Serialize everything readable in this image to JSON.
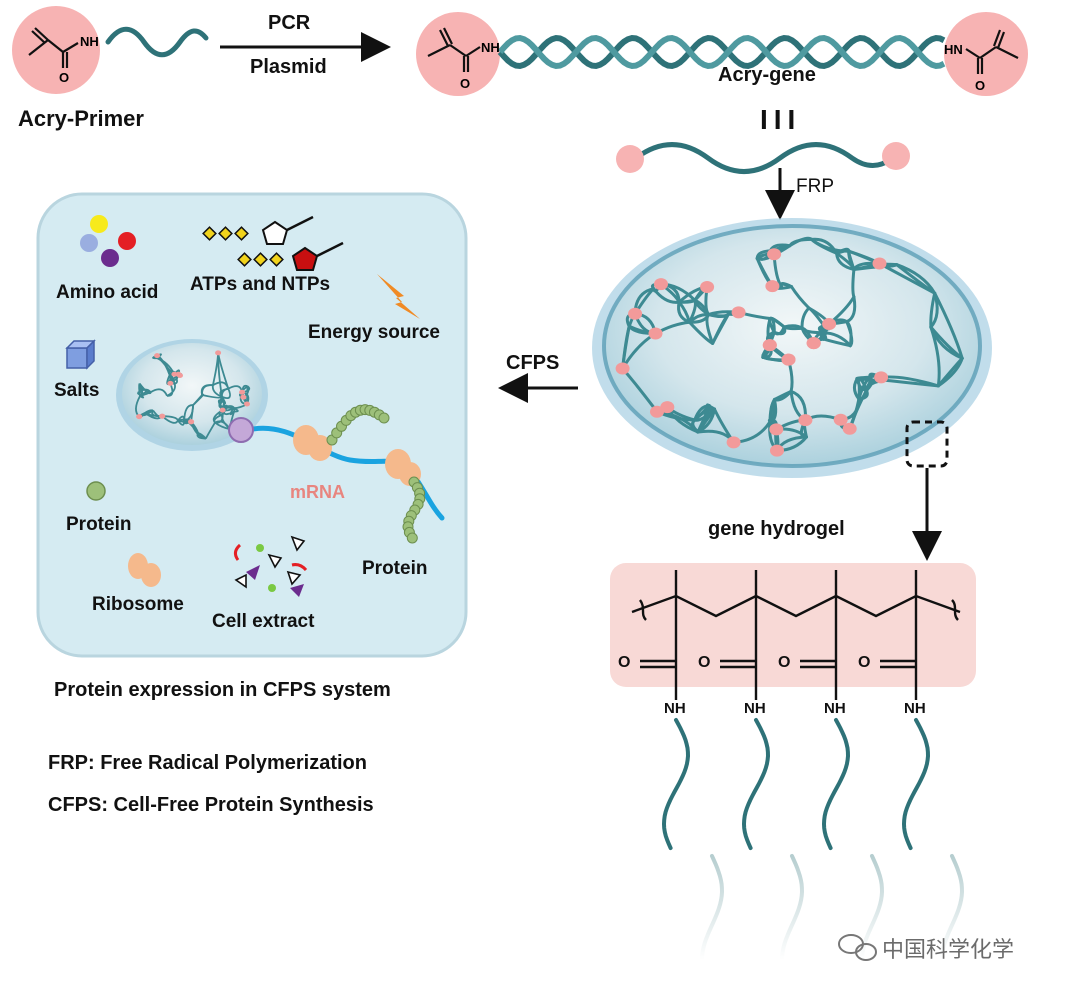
{
  "labels": {
    "acry_primer": "Acry-Primer",
    "pcr": "PCR",
    "plasmid": "Plasmid",
    "acry_gene": "Acry-gene",
    "frp": "FRP",
    "cfps": "CFPS",
    "gene_hydrogel": "gene hydrogel",
    "amino_acid": "Amino acid",
    "atps_ntps": "ATPs and NTPs",
    "energy_source": "Energy source",
    "salts": "Salts",
    "mrna": "mRNA",
    "protein_small": "Protein",
    "protein_chain": "Protein",
    "ribosome": "Ribosome",
    "cell_extract": "Cell extract",
    "panel_caption": "Protein expression in CFPS system",
    "frp_def": "FRP: Free Radical Polymerization",
    "cfps_def": "CFPS: Cell-Free Protein Synthesis",
    "equiv": "III"
  },
  "atoms": {
    "nh": "NH",
    "hn": "HN",
    "o": "O"
  },
  "watermark": "中国科学化学",
  "colors": {
    "dna": "#2e7278",
    "pink_circle": "#f7b3b3",
    "panel_bg": "#d5ebf2",
    "chem_bg": "#f8d9d6",
    "mrna_line": "#1aa3e0",
    "ribosome": "#f5b98c",
    "protein_bead": "#9dc07a",
    "energy": "#f08a24"
  }
}
